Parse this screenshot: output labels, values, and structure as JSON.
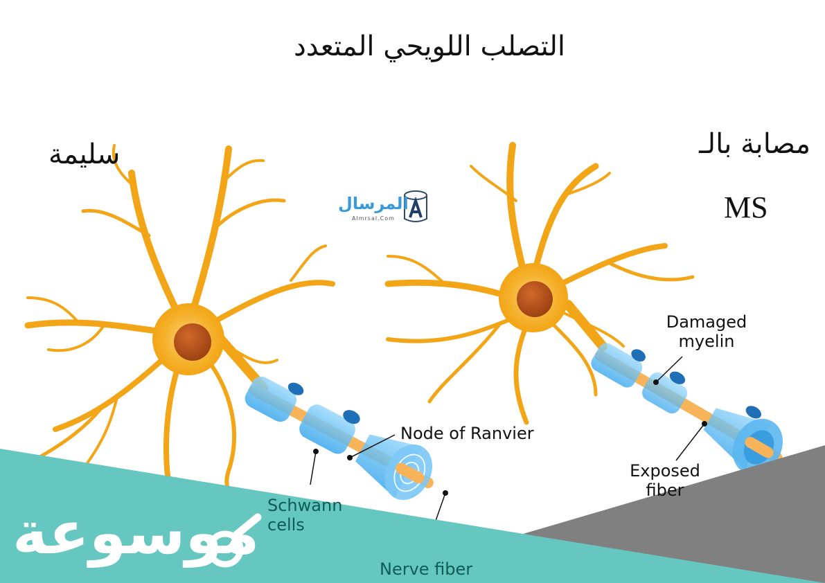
{
  "title": "التصلب اللويحي المتعدد",
  "left_panel": {
    "label": "سليمة",
    "callouts": {
      "node": "Node of Ranvier",
      "schwann_line1": "Schwann",
      "schwann_line2": "cells",
      "nerve_fiber": "Nerve fiber"
    }
  },
  "right_panel": {
    "label_line1": "مصابة بالـ",
    "label_line2": "MS",
    "callouts": {
      "damaged_line1": "Damaged",
      "damaged_line2": "myelin",
      "exposed_line1": "Exposed",
      "exposed_line2": "fiber"
    }
  },
  "watermark_logo": {
    "arabic": "المرسال",
    "latin": "Almrsal.Com"
  },
  "brand_logo": {
    "text": "موسوعة"
  },
  "colors": {
    "neuron": "#f2a516",
    "nucleus": "#b8521a",
    "myelin": "#5bb8ee",
    "axon": "#f7b45a",
    "teal_band": "#66c7c1",
    "gray_band": "#808080",
    "callout_teal": "#0d5c57"
  }
}
